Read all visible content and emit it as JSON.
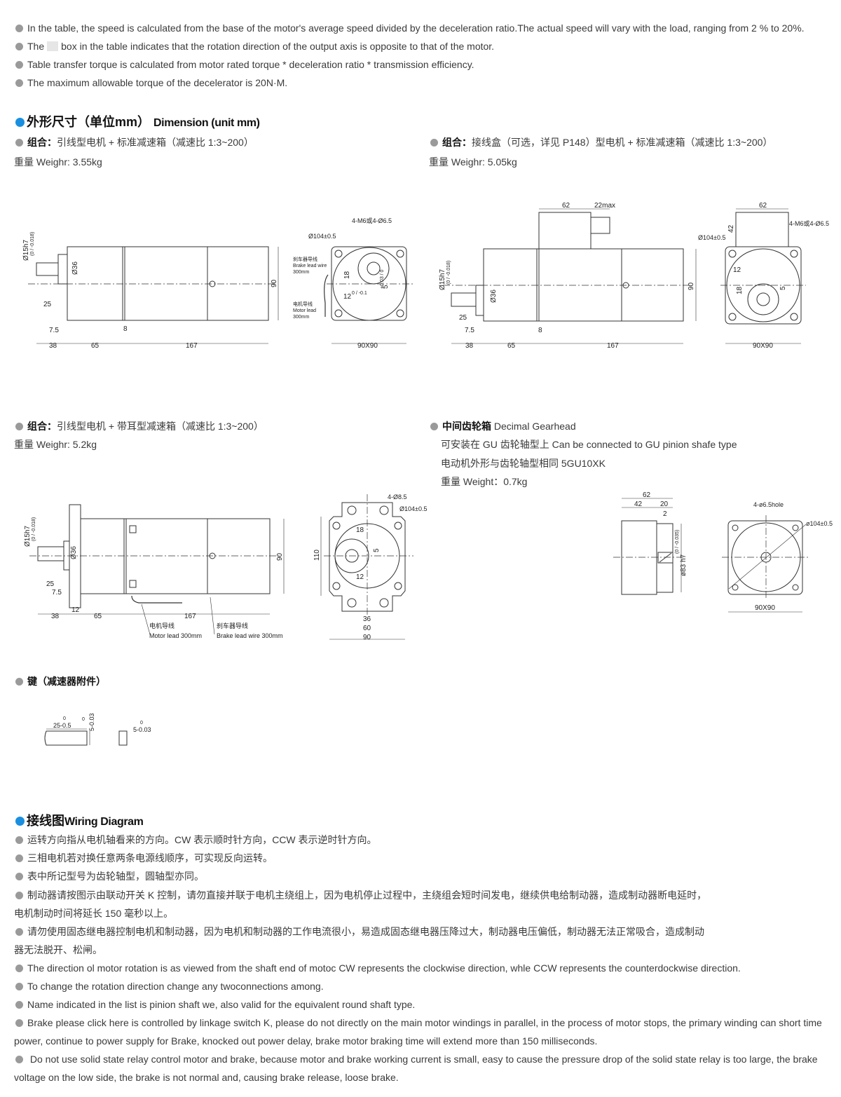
{
  "notes": [
    "In the table, the speed is calculated from the base of the motor's average speed divided by the deceleration ratio.The actual speed will vary with the load, ranging from 2 % to 20%.",
    "The",
    "box in the table indicates that the rotation direction of the output axis is opposite to that of the motor.",
    "Table transfer torque is calculated from motor rated torque * deceleration ratio * transmission efficiency.",
    "The maximum allowable torque of the decelerator is 20N·M."
  ],
  "dimension": {
    "heading_cn": "外形尺寸（单位mm）",
    "heading_en": "Dimension (unit mm)"
  },
  "combo1": {
    "label": "组合：",
    "title": "引线型电机 + 标准减速箱（减速比 1:3~200）",
    "weight_cn": "重量",
    "weight": "Weighr: 3.55kg"
  },
  "combo2": {
    "label": "组合：",
    "title": "接线盒（可选，详见 P148）型电机 + 标准减速箱（减速比 1:3~200）",
    "weight_cn": "重量",
    "weight": "Weighr: 5.05kg"
  },
  "combo3": {
    "label": "组合：",
    "title": "引线型电机 + 带耳型减速箱（减速比 1:3~200）",
    "weight_cn": "重量",
    "weight": "Weighr: 5.2kg"
  },
  "gearhead": {
    "title_cn": "中间齿轮箱",
    "title_en": "Decimal Gearhead",
    "line1": "可安装在 GU 齿轮轴型上 Can be connected to GU pinion shafe type",
    "line2": "电动机外形与齿轮轴型相同 5GU10XK",
    "weight_cn": "重量",
    "weight": "Weight：0.7kg"
  },
  "key": {
    "title": "键（减速器附件）",
    "len": "25-0.5",
    "len_tol": "0",
    "width": "5-0.03",
    "width_tol": "0",
    "width2": "5-0.03",
    "width2_tol": "0"
  },
  "drawing1": {
    "shaft": "Ø15h7",
    "shaft_tol": "(0 / -0.018)",
    "boss": "Ø36",
    "d25": "25",
    "d75": "7.5",
    "d8": "8",
    "d38": "38",
    "d65": "65",
    "d167": "167",
    "d90": "90",
    "holes": "4-M6或4-Ø6.5",
    "pcd": "Ø104±0.5",
    "brake_cn": "刹车器导线",
    "brake_en": "Brake lead wire",
    "brake_len": "300mm",
    "motor_cn": "电机导线",
    "motor_en": "Motor lead",
    "motor_len": "300mm",
    "d18": "18",
    "d5": "5",
    "d5_tol": "+0.03 / 0",
    "d12": "12",
    "d12_tol": "0 / -0.1",
    "square": "90X90"
  },
  "drawing2": {
    "shaft": "Ø15h7",
    "shaft_tol": "(0 / -0.018)",
    "boss": "Ø36",
    "d25": "25",
    "d75": "7.5",
    "d8": "8",
    "d38": "38",
    "d65": "65",
    "d167": "167",
    "d90": "90",
    "d62": "62",
    "d22max": "22max",
    "end62": "62",
    "d42": "42",
    "holes": "4-M6或4-Ø6.5",
    "pcd": "Ø104±0.5",
    "d18": "18",
    "d5": "5",
    "d12": "12",
    "square": "90X90"
  },
  "drawing3": {
    "shaft": "Ø15h7",
    "shaft_tol": "(0 / -0.018)",
    "boss": "Ø36",
    "d25": "25",
    "d75": "7.5",
    "d12": "12",
    "d38": "38",
    "d65": "65",
    "d167": "167",
    "d90": "90",
    "motor_cn": "电机导线",
    "motor_en": "Motor lead 300mm",
    "brake_cn": "刹车器导线",
    "brake_en": "Brake lead wire 300mm",
    "holes": "4-Ø8.5",
    "pcd": "Ø104±0.5",
    "d18": "18",
    "d5": "5",
    "e12": "12",
    "d110": "110",
    "d36": "36",
    "d60": "60",
    "e90": "90"
  },
  "drawing4": {
    "d62": "62",
    "d42": "42",
    "d20": "20",
    "d2": "2",
    "d83": "ø83 h7",
    "d83_tol": "(0 / -0.035)",
    "holes": "4-ø6.5hole",
    "pcd": "ø104±0.5",
    "square": "90X90"
  },
  "wiring": {
    "heading_cn": "接线图",
    "heading_en": "Wiring Diagram",
    "items_cn": [
      "运转方向指从电机轴看来的方向。CW 表示顺时针方向，CCW 表示逆时针方向。",
      "三相电机若对换任意两条电源线顺序，可实现反向运转。",
      "表中所记型号为齿轮轴型，圆轴型亦同。",
      "制动器请按图示由联动开关 K 控制，请勿直接并联于电机主绕组上，因为电机停止过程中，主绕组会短时间发电，继续供电给制动器，造成制动器断电延时，",
      "电机制动时间将延长 150 毫秒以上。",
      "请勿使用固态继电器控制电机和制动器，因为电机和制动器的工作电流很小，易造成固态继电器压降过大，制动器电压偏低，制动器无法正常吸合，造成制动",
      "器无法脱开、松闸。"
    ],
    "items_en": [
      "The direction ol motor rotation is as viewed from the shaft end of motoc CW represents the clockwise direction, whle CCW represents the counterdockwise direction.",
      "To change the rotation direction change any twoconnections among.",
      "Name indicated in the list is pinion shaft we, also valid for the equivalent round shaft type.",
      "Brake please click here is controlled by linkage switch K, please do not directly on the main motor windings in parallel, in the process of motor stops, the primary winding can short time",
      "power, continue to power supply for Brake, knocked out power delay, brake motor braking time will extend more than 150 milliseconds.",
      "Do not use solid state relay control motor and brake, because motor and brake working current is small, easy to cause the pressure drop of the solid state relay is too large, the brake",
      "voltage on the low side, the brake is not normal and, causing brake release, loose brake."
    ]
  }
}
